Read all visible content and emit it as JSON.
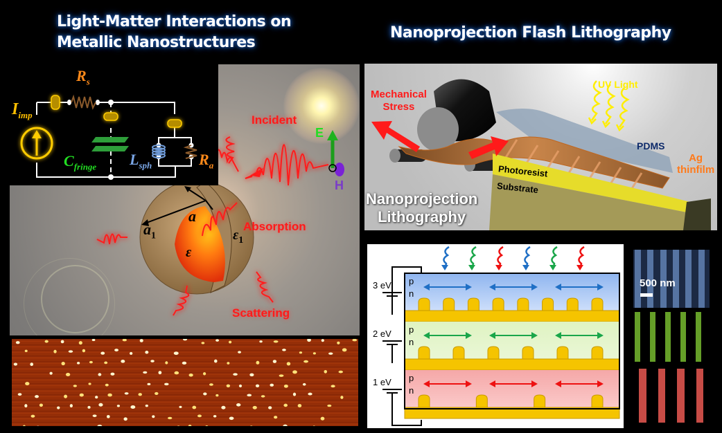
{
  "titles": {
    "left": [
      "Light-Matter Interactions on",
      "Metallic Nanostructures"
    ],
    "right": "Nanoprojection Flash Lithography"
  },
  "circuit": {
    "labels": {
      "rs": "R",
      "rs_sub": "s",
      "iimp": "I",
      "iimp_sub": "imp",
      "cfringe": "C",
      "cfringe_sub": "fringe",
      "lsph": "L",
      "lsph_sub": "sph",
      "ra": "R",
      "ra_sub": "a"
    },
    "colors": {
      "current_source": "#ffcc00",
      "resistor": "#8b5a2b",
      "capacitor": "#2e9e3a",
      "inductor": "#6f9bd8",
      "label_orange": "#ff8a1a",
      "label_green": "#22dd22",
      "label_blue": "#7aa6e6"
    }
  },
  "sphere": {
    "incident": "Incident",
    "absorption": "Absorption",
    "scattering": "Scattering",
    "field_e": "E",
    "field_h": "H",
    "radius_inner": "a",
    "radius_outer": "a",
    "radius_outer_sub": "1",
    "eps_inner": "ε",
    "eps_outer": "ε",
    "eps_outer_sub": "1"
  },
  "lithography": {
    "mechanical_stress": [
      "Mechanical",
      "Stress"
    ],
    "uv_light": "UV Light",
    "pdms": "PDMS",
    "ag_thinfilm": [
      "Ag",
      "thinfilm"
    ],
    "photoresist": "Photoresist",
    "substrate": "Substrate",
    "overlay": [
      "Nanoprojection",
      "Lithography"
    ]
  },
  "solar_cell": {
    "layers": [
      {
        "voltage": "3 eV",
        "p": "p",
        "n": "n",
        "color": "#1f6fc5",
        "bumps": 8,
        "arrows": 3
      },
      {
        "voltage": "2 eV",
        "p": "p",
        "n": "n",
        "color": "#1aa64a",
        "bumps": 6,
        "arrows": 3
      },
      {
        "voltage": "1 eV",
        "p": "p",
        "n": "n",
        "color": "#ee1111",
        "bumps": 4,
        "arrows": 3
      }
    ],
    "incoming_photons": [
      "#1f6fc5",
      "#1aa64a",
      "#ee1111",
      "#1f6fc5",
      "#1aa64a",
      "#ee1111"
    ]
  },
  "sem": {
    "scale_bar": "500 nm",
    "panels": [
      {
        "color": "#5a78a8",
        "lines": 6
      },
      {
        "color": "#6aa82a",
        "lines": 5
      },
      {
        "color": "#d2504a",
        "lines": 4
      }
    ]
  }
}
